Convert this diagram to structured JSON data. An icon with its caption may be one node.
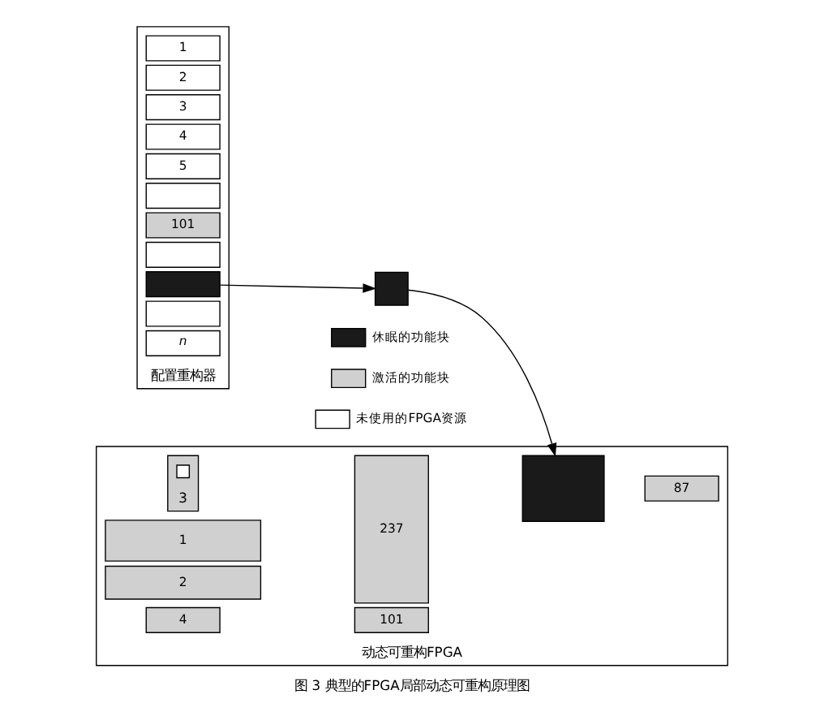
{
  "diagram": {
    "caption": "图 3 典型的FPGA局部动态可重构原理图",
    "nodes": [
      {
        "text": [
          "配置重构器"
        ]
      },
      {
        "text": [
          "1"
        ],
        "in": 0
      },
      {
        "text": [
          "2"
        ],
        "in": 0
      },
      {
        "text": [
          "3"
        ],
        "in": 0
      },
      {
        "text": [
          "4"
        ],
        "in": 0
      },
      {
        "text": [
          "5"
        ],
        "in": 0
      },
      {
        "text": [],
        "shape": "box",
        "in": 0
      },
      {
        "text": [
          "101"
        ],
        "in": 0
      },
      {
        "text": [],
        "shape": "box",
        "in": 0
      },
      {
        "text": [],
        "shape": "box",
        "in": 0
      },
      {
        "text": [],
        "shape": "box",
        "in": 0
      },
      {
        "text": [
          "n"
        ],
        "in": 0
      },
      {
        "text": [],
        "shape": "box"
      },
      {
        "text": [
          "动态可重构FPGA"
        ]
      },
      {
        "text": [
          "1"
        ],
        "in": 13
      },
      {
        "text": [
          "2"
        ],
        "in": 13
      },
      {
        "text": [
          "237"
        ],
        "in": 13
      },
      {
        "text": [],
        "shape": "box",
        "in": 13
      },
      {
        "text": [
          "87"
        ],
        "in": 13
      },
      {
        "text": [
          "4"
        ],
        "in": 13
      },
      {
        "text": [
          "101"
        ],
        "in": 13
      },
      {
        "text": [
          "3"
        ],
        "in": 13
      },
      {
        "text": [],
        "shape": "box",
        "in": 21
      }
    ],
    "edges": [
      {
        "from": 9,
        "to": 12,
        "arrow": "to"
      },
      {
        "from": 12,
        "to": 17,
        "arrow": "to"
      }
    ],
    "legend": [
      {
        "text": "休眠的功能块",
        "color": "#1a1a1a"
      },
      {
        "text": "激活的功能块",
        "color": "#d0d0d0"
      },
      {
        "text": "未使用的FPGA资源",
        "color": "#ffffff"
      }
    ]
  }
}
